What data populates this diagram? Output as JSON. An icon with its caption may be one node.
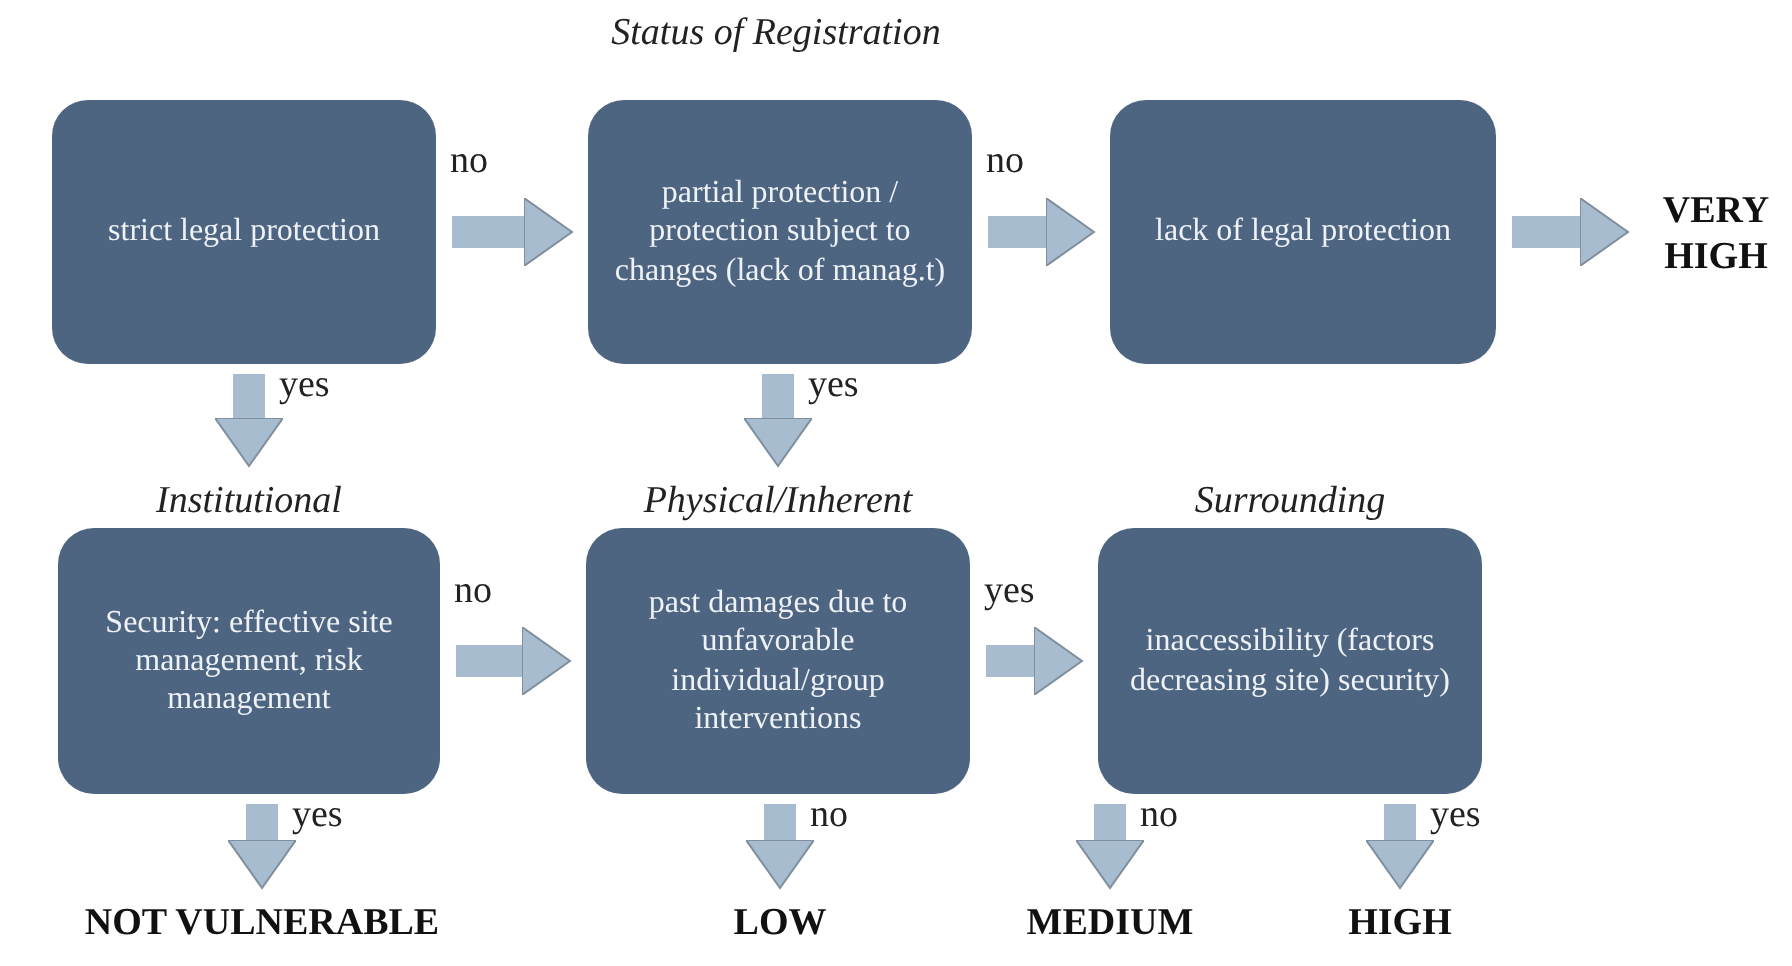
{
  "diagram": {
    "nodes": [
      {
        "text": [
          "strict legal protection"
        ]
      },
      {
        "text": [
          "partial protection / protection subject to changes (lack of  manag.t)"
        ]
      },
      {
        "text": [
          "lack of legal protection"
        ]
      },
      {
        "text": [
          "VERY HIGH"
        ]
      },
      {
        "text": [
          "Institutional",
          "Security: effective site management, risk management"
        ]
      },
      {
        "text": [
          "Physical/Inherent",
          "past damages due to unfavorable individual/group interventions"
        ]
      },
      {
        "text": [
          "Surrounding",
          "inaccessibility (factors decreasing site) security)"
        ]
      },
      {
        "text": [
          "NOT VULNERABLE"
        ]
      },
      {
        "text": [
          "LOW"
        ]
      },
      {
        "text": [
          "MEDIUM"
        ]
      },
      {
        "text": [
          "HIGH"
        ]
      }
    ],
    "edges": [
      {
        "from": 0,
        "to": 1,
        "arrow": "to",
        "label": "no"
      },
      {
        "from": 1,
        "to": 2,
        "arrow": "to",
        "label": "no"
      },
      {
        "from": 2,
        "to": 3,
        "arrow": "to"
      },
      {
        "from": 0,
        "to": 4,
        "arrow": "to",
        "label": "yes"
      },
      {
        "from": 1,
        "to": 5,
        "arrow": "to",
        "label": "yes"
      },
      {
        "from": 4,
        "to": 5,
        "arrow": "to",
        "label": "no"
      },
      {
        "from": 5,
        "to": 6,
        "arrow": "to",
        "label": "yes"
      },
      {
        "from": 4,
        "to": 7,
        "arrow": "to",
        "label": "yes"
      },
      {
        "from": 5,
        "to": 8,
        "arrow": "to",
        "label": "no"
      },
      {
        "from": 6,
        "to": 9,
        "arrow": "to",
        "label": "no"
      },
      {
        "from": 6,
        "to": 10,
        "arrow": "to",
        "label": "yes"
      }
    ],
    "labels": [
      "Status of Registration"
    ]
  }
}
